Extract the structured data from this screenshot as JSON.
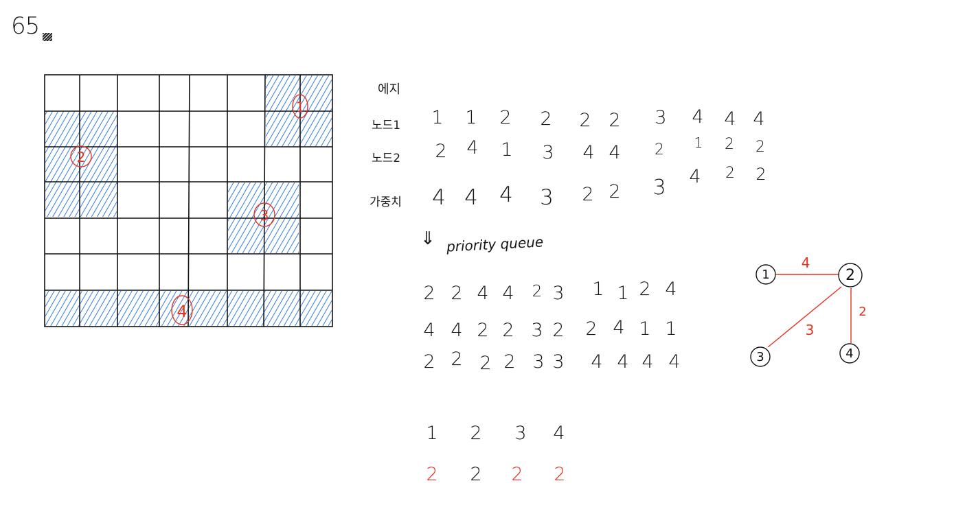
{
  "header": {
    "problem_number": "65"
  },
  "grid": {
    "island_labels": [
      "1",
      "2",
      "3",
      "4"
    ]
  },
  "edge_table": {
    "heading": "에지",
    "row_labels": [
      "노드1",
      "노드2",
      "가중치"
    ],
    "node1": [
      "1",
      "1",
      "2",
      "2",
      "2",
      "2",
      "3",
      "4",
      "4",
      "4"
    ],
    "node2": [
      "2",
      "4",
      "1",
      "3",
      "4",
      "4",
      "2",
      "1",
      "2",
      "2"
    ],
    "weight": [
      "4",
      "4",
      "4",
      "3",
      "2",
      "2",
      "3",
      "4",
      "2",
      "2"
    ]
  },
  "priority_queue": {
    "arrow": "⇓",
    "label": "priority queue",
    "node1": [
      "2",
      "2",
      "4",
      "4",
      "2",
      "3",
      "1",
      "1",
      "2",
      "4"
    ],
    "node2": [
      "4",
      "4",
      "2",
      "2",
      "3",
      "2",
      "2",
      "4",
      "1",
      "1"
    ],
    "weight": [
      "2",
      "2",
      "2",
      "2",
      "3",
      "3",
      "4",
      "4",
      "4",
      "4"
    ]
  },
  "parent_array": {
    "index": [
      "1",
      "2",
      "3",
      "4"
    ],
    "parent": [
      "2",
      "2",
      "2",
      "2"
    ]
  },
  "mst": {
    "nodes": [
      "1",
      "2",
      "3",
      "4"
    ],
    "edge_weights": [
      "4",
      "3",
      "2"
    ]
  },
  "colors": {
    "hatch": "#1e6fd9",
    "annotation": "#e8321f",
    "ink": "#161616"
  }
}
